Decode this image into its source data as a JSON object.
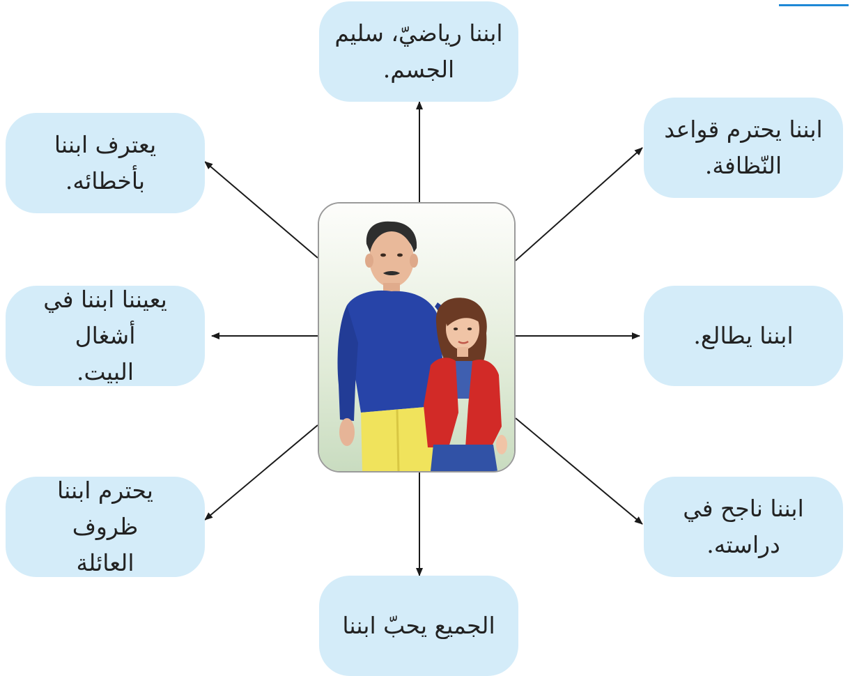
{
  "center_image": {
    "description_icon": "family-illustration"
  },
  "nodes": [
    {
      "id": "top",
      "text": [
        "ابننا رياضيّ، سليم",
        "الجسم."
      ]
    },
    {
      "id": "top-left",
      "text": [
        "يعترف ابننا",
        "بأخطائه."
      ]
    },
    {
      "id": "top-right",
      "text": [
        "ابننا يحترم قواعد",
        "النّظافة."
      ]
    },
    {
      "id": "middle-left",
      "text": [
        "يعيننا ابننا في أشغال",
        "البيت."
      ]
    },
    {
      "id": "middle-right",
      "text": [
        "ابننا يطالع."
      ]
    },
    {
      "id": "bottom-left",
      "text": [
        "يحترم ابننا ظروف",
        "العائلة"
      ]
    },
    {
      "id": "bottom-right",
      "text": [
        "ابننا ناجح في",
        "دراسته."
      ]
    },
    {
      "id": "bottom",
      "text": [
        "الجميع يحبّ ابننا"
      ]
    }
  ],
  "colors": {
    "bubble_fill": "#d4ecf9",
    "arrow": "#1a1a1a",
    "text": "#222222",
    "link_underline": "#1e88d6"
  }
}
